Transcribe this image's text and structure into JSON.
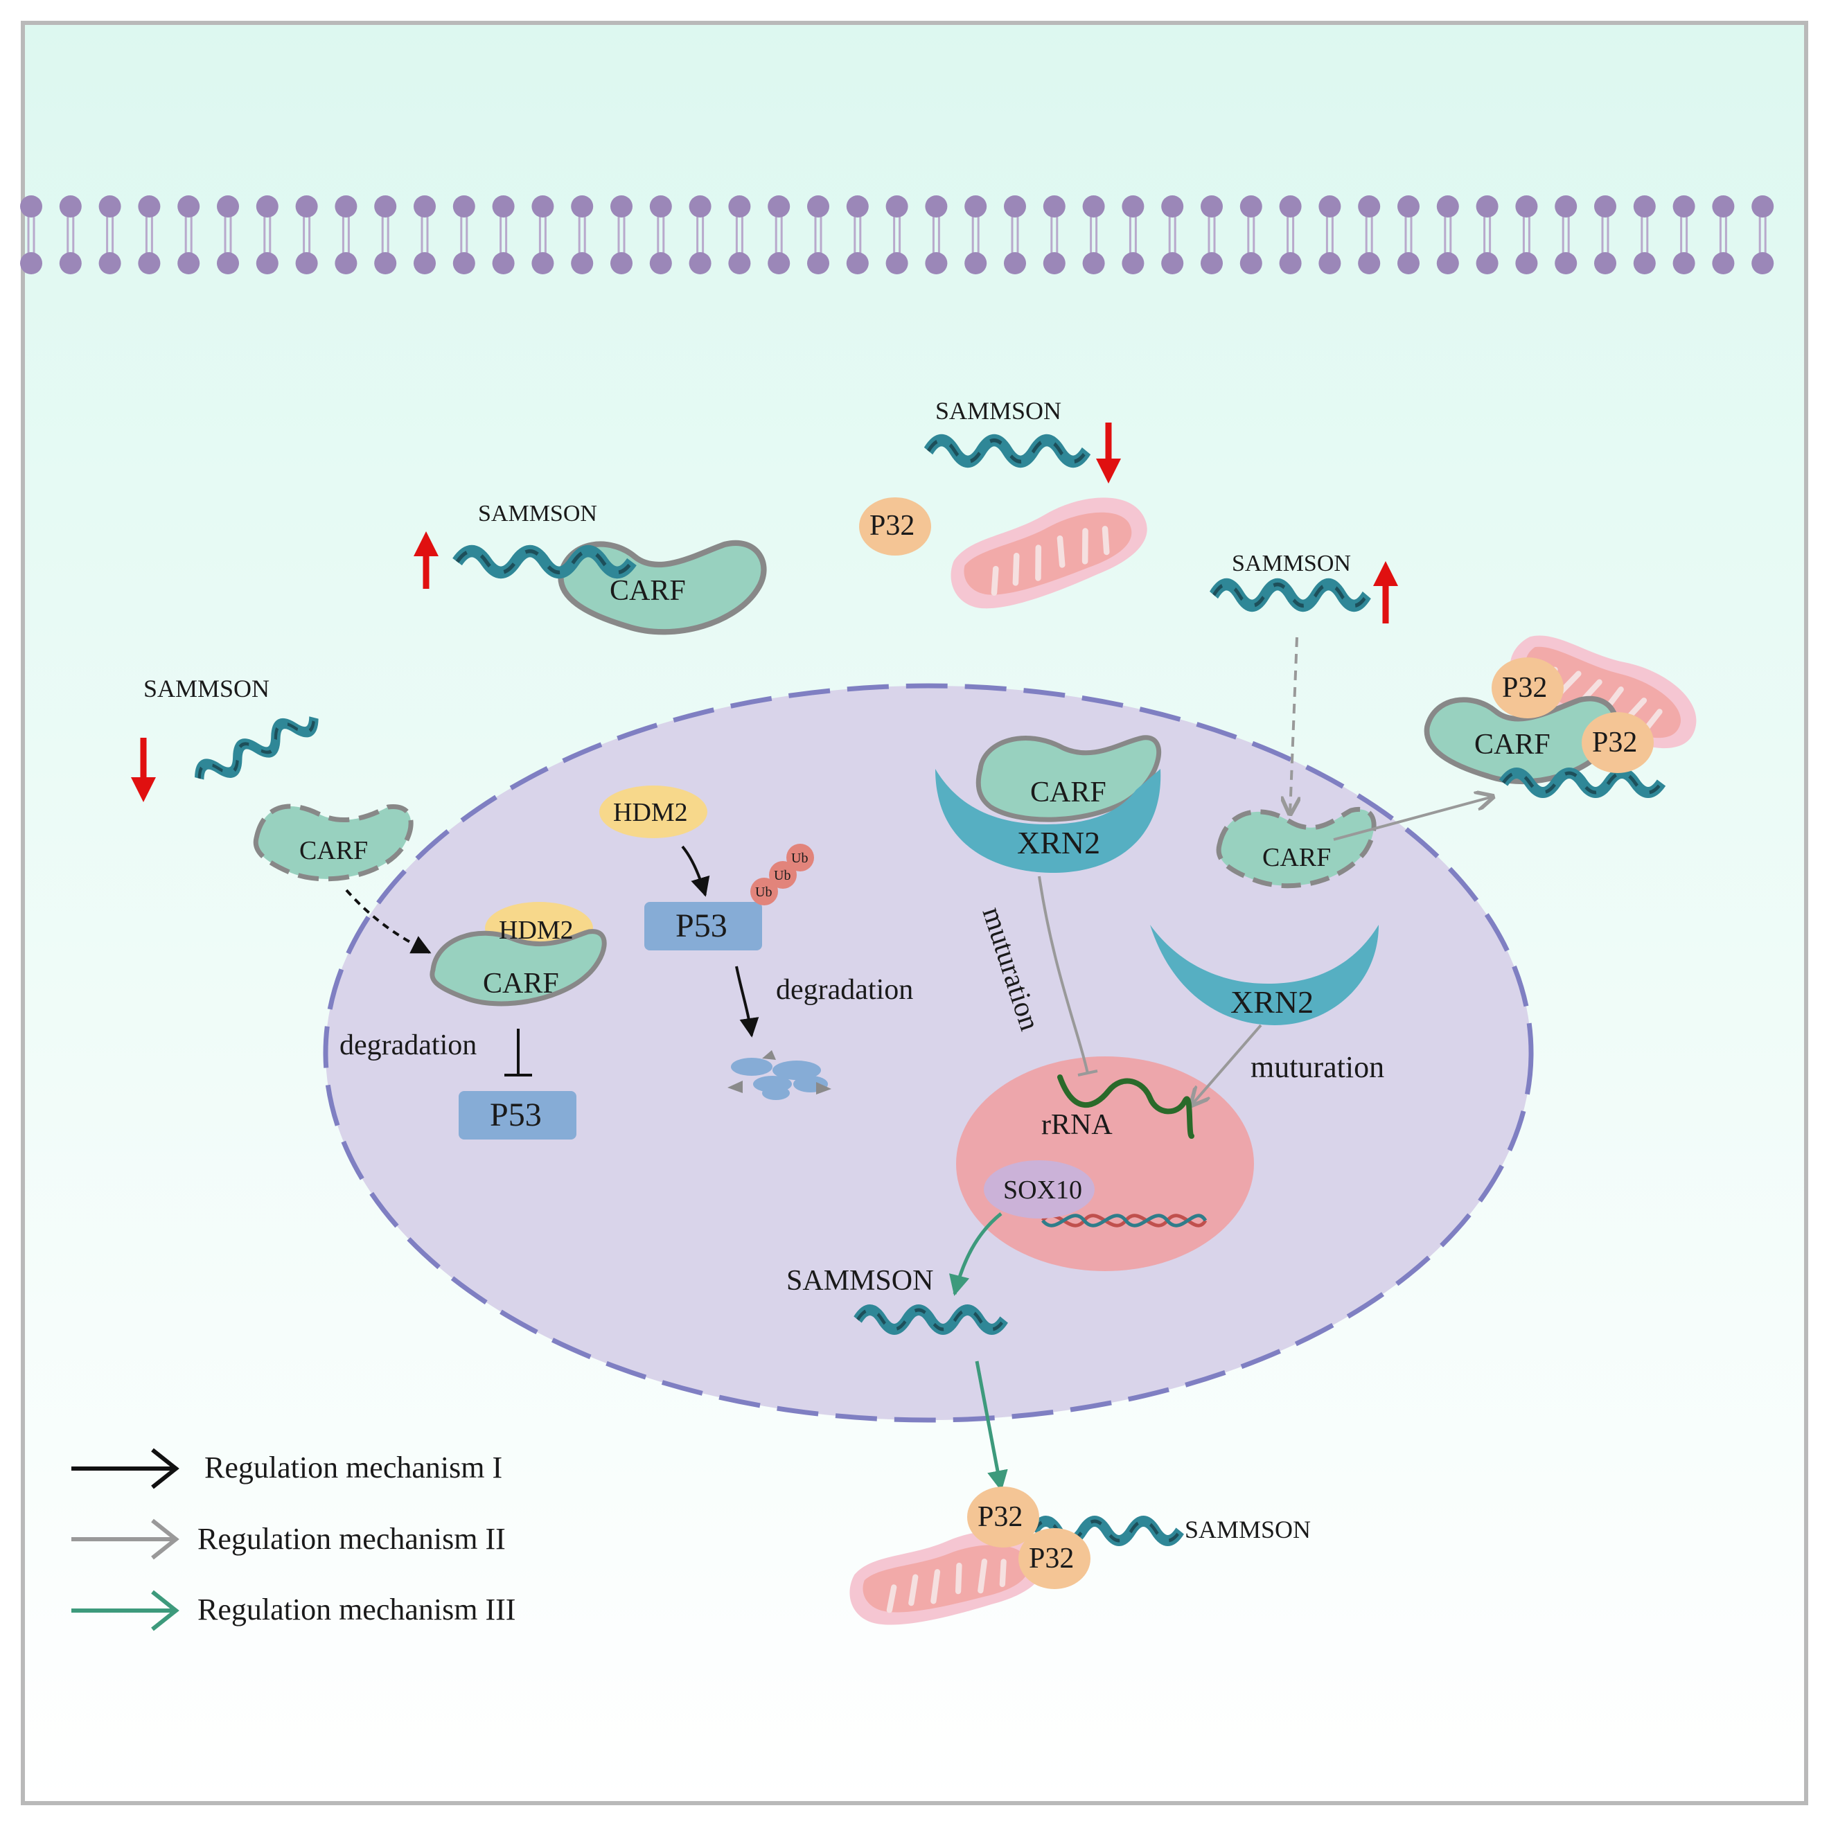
{
  "labels": {
    "sammson": "SAMMSON",
    "carf": "CARF",
    "p32": "P32",
    "hdm2": "HDM2",
    "hdm2_partial": "HDM2",
    "p53": "P53",
    "xrn2": "XRN2",
    "ub": "Ub",
    "degradation": "degradation",
    "muturation": "muturation",
    "rrna": "rRNA",
    "sox10": "SOX10"
  },
  "legend": {
    "items": [
      {
        "label": "Regulation mechanism I",
        "color": "#111111"
      },
      {
        "label": "Regulation mechanism II",
        "color": "#999999"
      },
      {
        "label": "Regulation mechanism III",
        "color": "#3d9a7c"
      }
    ]
  },
  "colors": {
    "membrane_head": "#9b87b8",
    "nucleus_fill": "#d9d4ea",
    "nucleus_border": "#7f7fc2",
    "carf_fill": "#98d1bf",
    "xrn2_fill": "#56afc2",
    "mito_fill": "#f2aaa9",
    "mito_halo": "#f5c6d2",
    "p32_fill": "#f4c595",
    "hdm2_fill": "#f7d88b",
    "p53_fill": "#86acd6",
    "nucleolus_fill": "#eda6ab",
    "sox10_fill": "#cbb2d8",
    "up_arrow": "#e01010"
  }
}
